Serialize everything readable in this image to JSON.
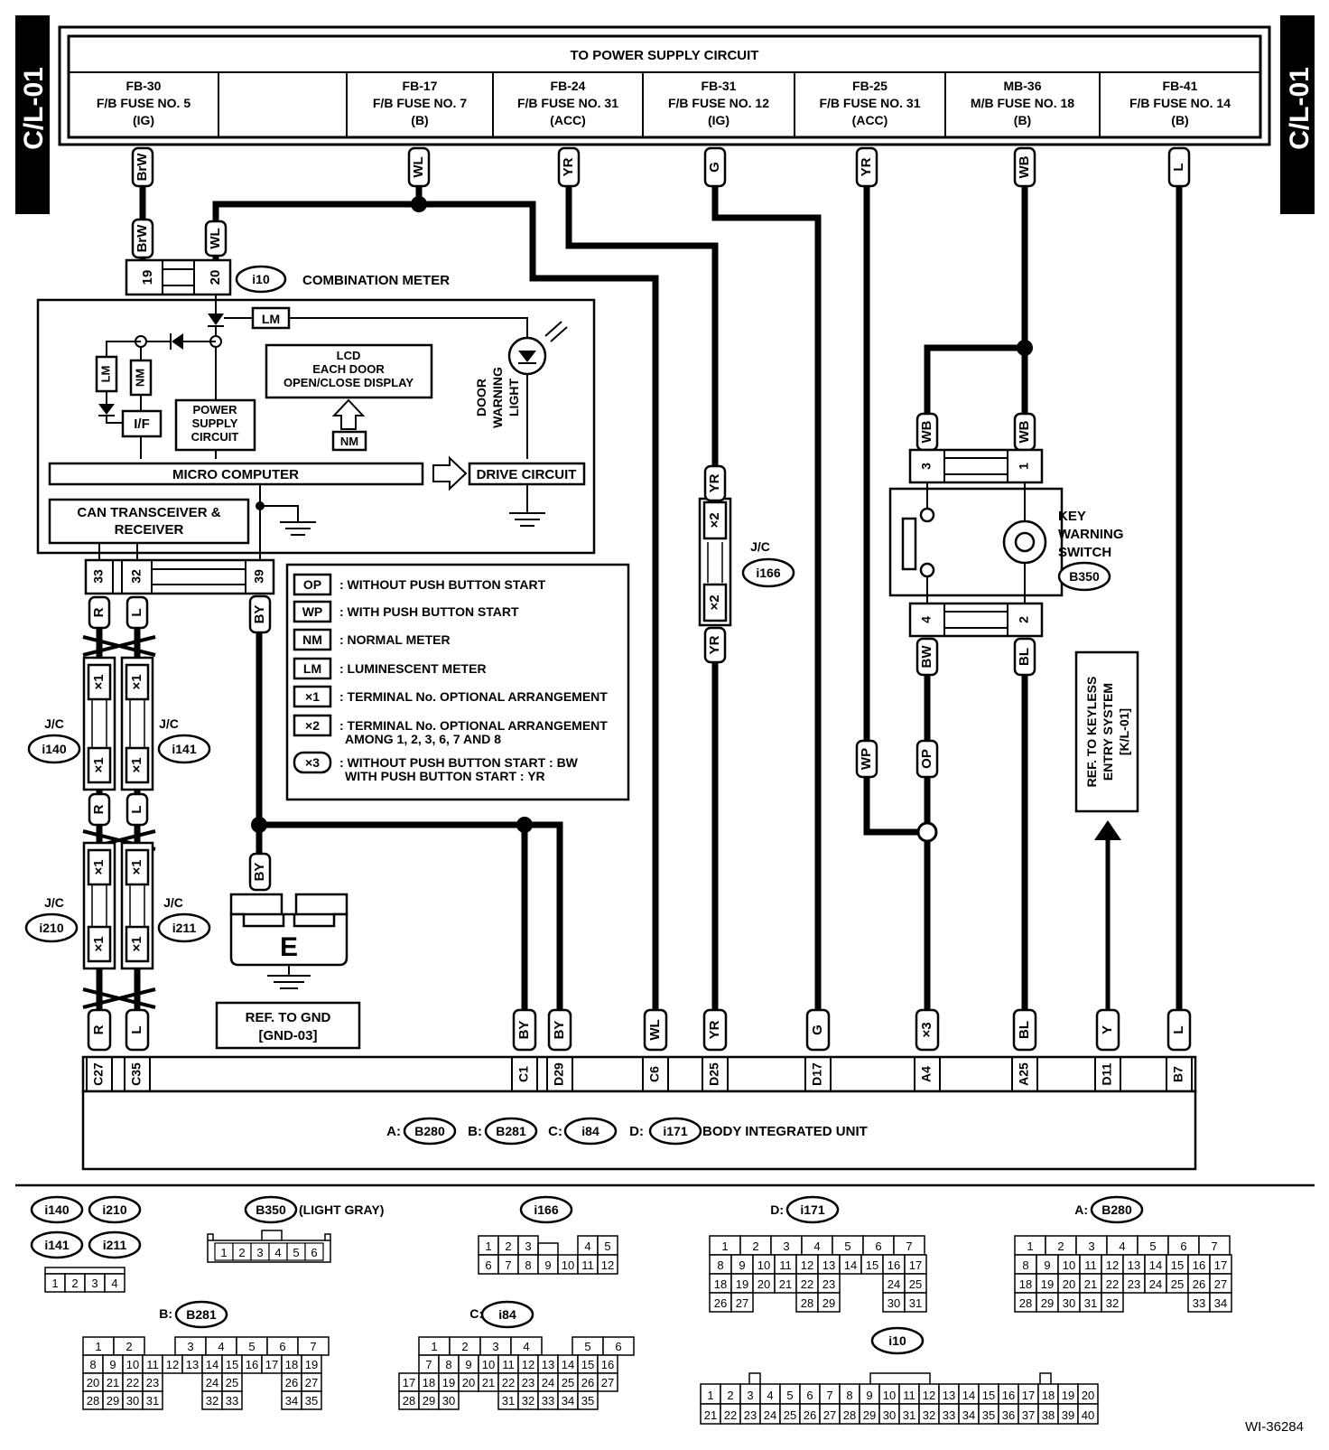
{
  "side_tag": "C/L-01",
  "title": "TO POWER SUPPLY CIRCUIT",
  "fuses": [
    {
      "l1": "FB-30",
      "l2": "F/B FUSE NO. 5",
      "l3": "(IG)",
      "wire": "BrW"
    },
    {
      "l1": "",
      "l2": "",
      "l3": "",
      "wire": ""
    },
    {
      "l1": "FB-17",
      "l2": "F/B FUSE NO. 7",
      "l3": "(B)",
      "wire": "WL"
    },
    {
      "l1": "FB-24",
      "l2": "F/B FUSE NO. 31",
      "l3": "(ACC)",
      "wire": "YR"
    },
    {
      "l1": "FB-31",
      "l2": "F/B FUSE NO. 12",
      "l3": "(IG)",
      "wire": "G"
    },
    {
      "l1": "FB-25",
      "l2": "F/B FUSE NO. 31",
      "l3": "(ACC)",
      "wire": "YR"
    },
    {
      "l1": "MB-36",
      "l2": "M/B FUSE NO. 18",
      "l3": "(B)",
      "wire": "WB"
    },
    {
      "l1": "FB-41",
      "l2": "F/B FUSE NO. 14",
      "l3": "(B)",
      "wire": "L"
    }
  ],
  "meter": {
    "id": "i10",
    "label": "COMBINATION METER",
    "pin19": "19",
    "pin20": "20",
    "wire19": "BrW",
    "wire20": "WL",
    "lm": "LM",
    "nm": "NM",
    "if": "I/F",
    "psc": [
      "POWER",
      "SUPPLY",
      "CIRCUIT"
    ],
    "lcd": [
      "LCD",
      "EACH DOOR",
      "OPEN/CLOSE DISPLAY"
    ],
    "door": [
      "DOOR",
      "WARNING",
      "LIGHT"
    ],
    "micro": "MICRO COMPUTER",
    "drive": "DRIVE CIRCUIT",
    "can": [
      "CAN TRANSCEIVER &",
      "RECEIVER"
    ],
    "pins": [
      "33",
      "32",
      "39"
    ]
  },
  "legend": [
    {
      "sym": "OP",
      "text": ": WITHOUT PUSH BUTTON START"
    },
    {
      "sym": "WP",
      "text": ": WITH PUSH BUTTON START"
    },
    {
      "sym": "NM",
      "text": ": NORMAL METER"
    },
    {
      "sym": "LM",
      "text": ": LUMINESCENT METER"
    },
    {
      "sym": "×1",
      "text": ": TERMINAL No. OPTIONAL ARRANGEMENT"
    },
    {
      "sym": "×2",
      "text": ": TERMINAL No. OPTIONAL ARRANGEMENT",
      "text2": "AMONG 1, 2, 3, 6, 7 AND 8"
    },
    {
      "sym": "×3",
      "text": ": WITHOUT PUSH BUTTON START  : BW",
      "text2": "WITH PUSH BUTTON START  : YR"
    }
  ],
  "jc": {
    "label": "J/C",
    "i140": "i140",
    "i141": "i141",
    "i210": "i210",
    "i211": "i211",
    "i166": "i166",
    "star1": "×1",
    "star2": "×2"
  },
  "ground": {
    "letter": "E",
    "ref1": "REF. TO GND",
    "ref2": "[GND-03]"
  },
  "key_switch": {
    "l1": "KEY",
    "l2": "WARNING",
    "l3": "SWITCH",
    "id": "B350",
    "p3": "3",
    "p1": "1",
    "p4": "4",
    "p2": "2"
  },
  "keyless_ref": [
    "REF. TO KEYLESS",
    "ENTRY SYSTEM",
    "[K/L-01]"
  ],
  "wire_labels": {
    "R": "R",
    "L": "L",
    "BY": "BY",
    "YR": "YR",
    "WB": "WB",
    "BW": "BW",
    "BL": "BL",
    "WP": "WP",
    "OP": "OP",
    "WL": "WL",
    "G": "G",
    "Y": "Y",
    "star3": "×3"
  },
  "biu": {
    "pins": [
      "C27",
      "C35",
      "C1",
      "D29",
      "C6",
      "D25",
      "D17",
      "A4",
      "A25",
      "D11",
      "B7"
    ],
    "wires": [
      "R",
      "L",
      "BY",
      "BY",
      "WL",
      "YR",
      "G",
      "×3",
      "BL",
      "Y",
      "L"
    ],
    "label": "BODY INTEGRATED UNIT",
    "refs": [
      {
        "p": "A:",
        "id": "B280"
      },
      {
        "p": "B:",
        "id": "B281"
      },
      {
        "p": "C:",
        "id": "i84"
      },
      {
        "p": "D:",
        "id": "i171"
      }
    ]
  },
  "connectors": {
    "jc4": {
      "ids": [
        "i140",
        "i210",
        "i141",
        "i211"
      ],
      "cells": [
        "1",
        "2",
        "3",
        "4"
      ]
    },
    "b350": {
      "id": "B350",
      "note": "(LIGHT GRAY)",
      "cells": [
        "1",
        "2",
        "3",
        "4",
        "5",
        "6"
      ]
    },
    "i166": {
      "id": "i166",
      "row1": [
        "1",
        "2",
        "3",
        "",
        "4",
        "5"
      ],
      "row2": [
        "6",
        "7",
        "8",
        "9",
        "10",
        "11",
        "12"
      ]
    },
    "i171": {
      "prefix": "D:",
      "id": "i171"
    },
    "b280": {
      "prefix": "A:",
      "id": "B280"
    },
    "b281": {
      "prefix": "B:",
      "id": "B281"
    },
    "i84": {
      "prefix": "C:",
      "id": "i84"
    },
    "i10": {
      "id": "i10"
    }
  },
  "figure_id": "WI-36284"
}
